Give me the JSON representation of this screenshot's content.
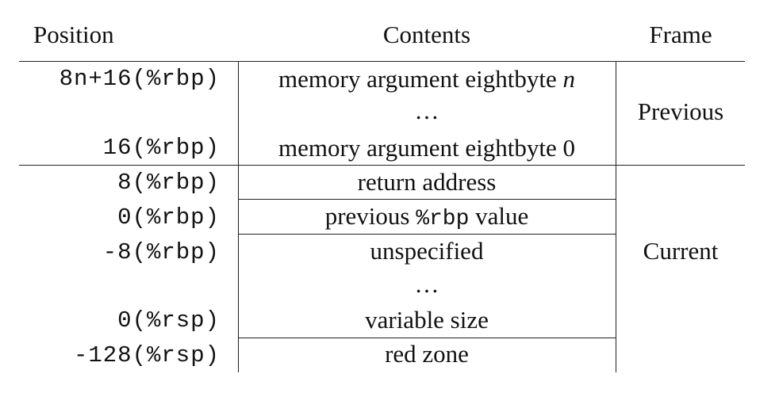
{
  "headers": {
    "position": "Position",
    "contents": "Contents",
    "frame": "Frame"
  },
  "rows": [
    {
      "position": "8n+16(%rbp)",
      "contents_prefix": "memory argument eightbyte ",
      "contents_var": "n"
    },
    {
      "position": "",
      "contents": "…"
    },
    {
      "position": "16(%rbp)",
      "contents_prefix": "memory argument eightbyte ",
      "contents_var": "0"
    },
    {
      "position": "8(%rbp)",
      "contents": "return address"
    },
    {
      "position": "0(%rbp)",
      "contents_prefix": "previous ",
      "contents_code": "%rbp",
      "contents_suffix": " value"
    },
    {
      "position": "-8(%rbp)",
      "contents": "unspecified"
    },
    {
      "position": "",
      "contents": "…"
    },
    {
      "position": "0(%rsp)",
      "contents": "variable size"
    },
    {
      "position": "-128(%rsp)",
      "contents": "red zone"
    }
  ],
  "frames": {
    "previous": "Previous",
    "current": "Current"
  }
}
